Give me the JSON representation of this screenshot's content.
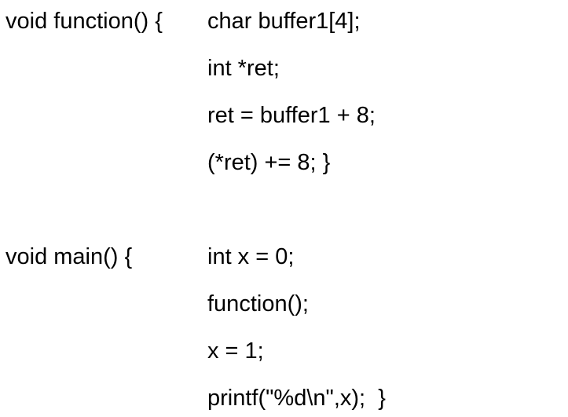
{
  "function_block": {
    "signature": "void function() {",
    "lines": [
      "char buffer1[4];",
      "int *ret;",
      "ret = buffer1 + 8;",
      "(*ret) += 8; }"
    ]
  },
  "main_block": {
    "signature": "void main() {",
    "lines": [
      "int x = 0;",
      "function();",
      "x = 1;",
      "printf(\"%d\\n\",x);  }"
    ]
  }
}
